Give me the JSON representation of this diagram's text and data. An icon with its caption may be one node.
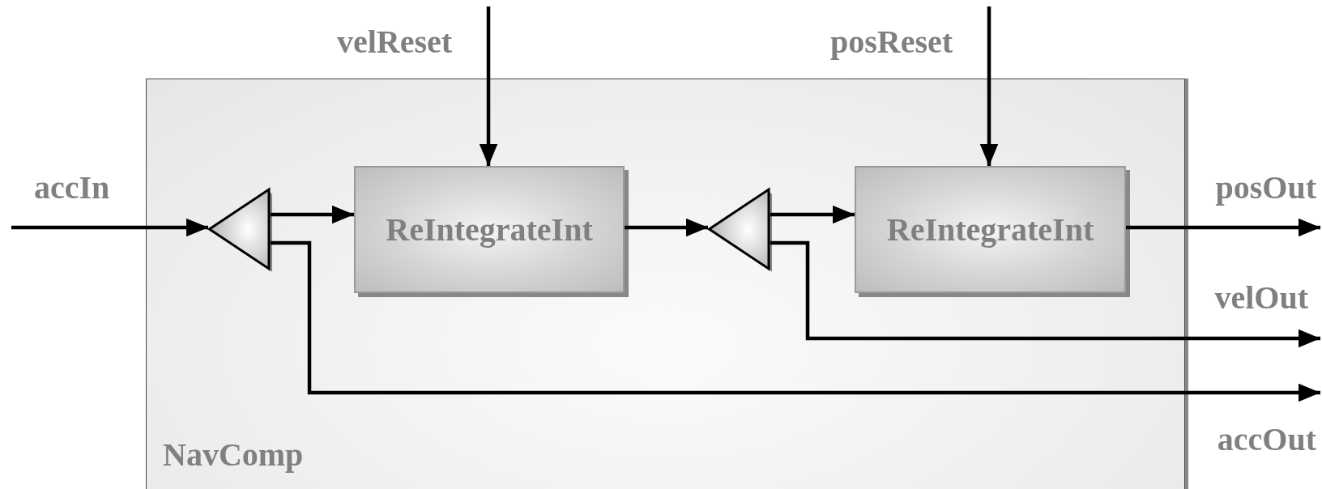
{
  "diagram": {
    "nodes": [
      {
        "text": [
          "NavComp"
        ]
      },
      {
        "text": [],
        "shape": "triangle",
        "in": 0
      },
      {
        "text": [
          "ReIntegrateInt"
        ],
        "in": 0
      },
      {
        "text": [],
        "shape": "triangle",
        "in": 0
      },
      {
        "text": [
          "ReIntegrateInt"
        ],
        "in": 0
      }
    ],
    "edges": [
      {
        "from": null,
        "to": 1,
        "arrow": "to",
        "label": "accIn"
      },
      {
        "from": null,
        "to": 2,
        "arrow": "to",
        "label": "velReset"
      },
      {
        "from": null,
        "to": 4,
        "arrow": "to",
        "label": "posReset"
      },
      {
        "from": 1,
        "to": 2,
        "arrow": "to"
      },
      {
        "from": 2,
        "to": 3,
        "arrow": "to"
      },
      {
        "from": 3,
        "to": 4,
        "arrow": "to"
      },
      {
        "from": 4,
        "to": null,
        "arrow": "to",
        "label": "posOut"
      },
      {
        "from": 3,
        "to": null,
        "arrow": "to",
        "label": "velOut"
      },
      {
        "from": 1,
        "to": null,
        "arrow": "to",
        "label": "accOut"
      }
    ]
  }
}
